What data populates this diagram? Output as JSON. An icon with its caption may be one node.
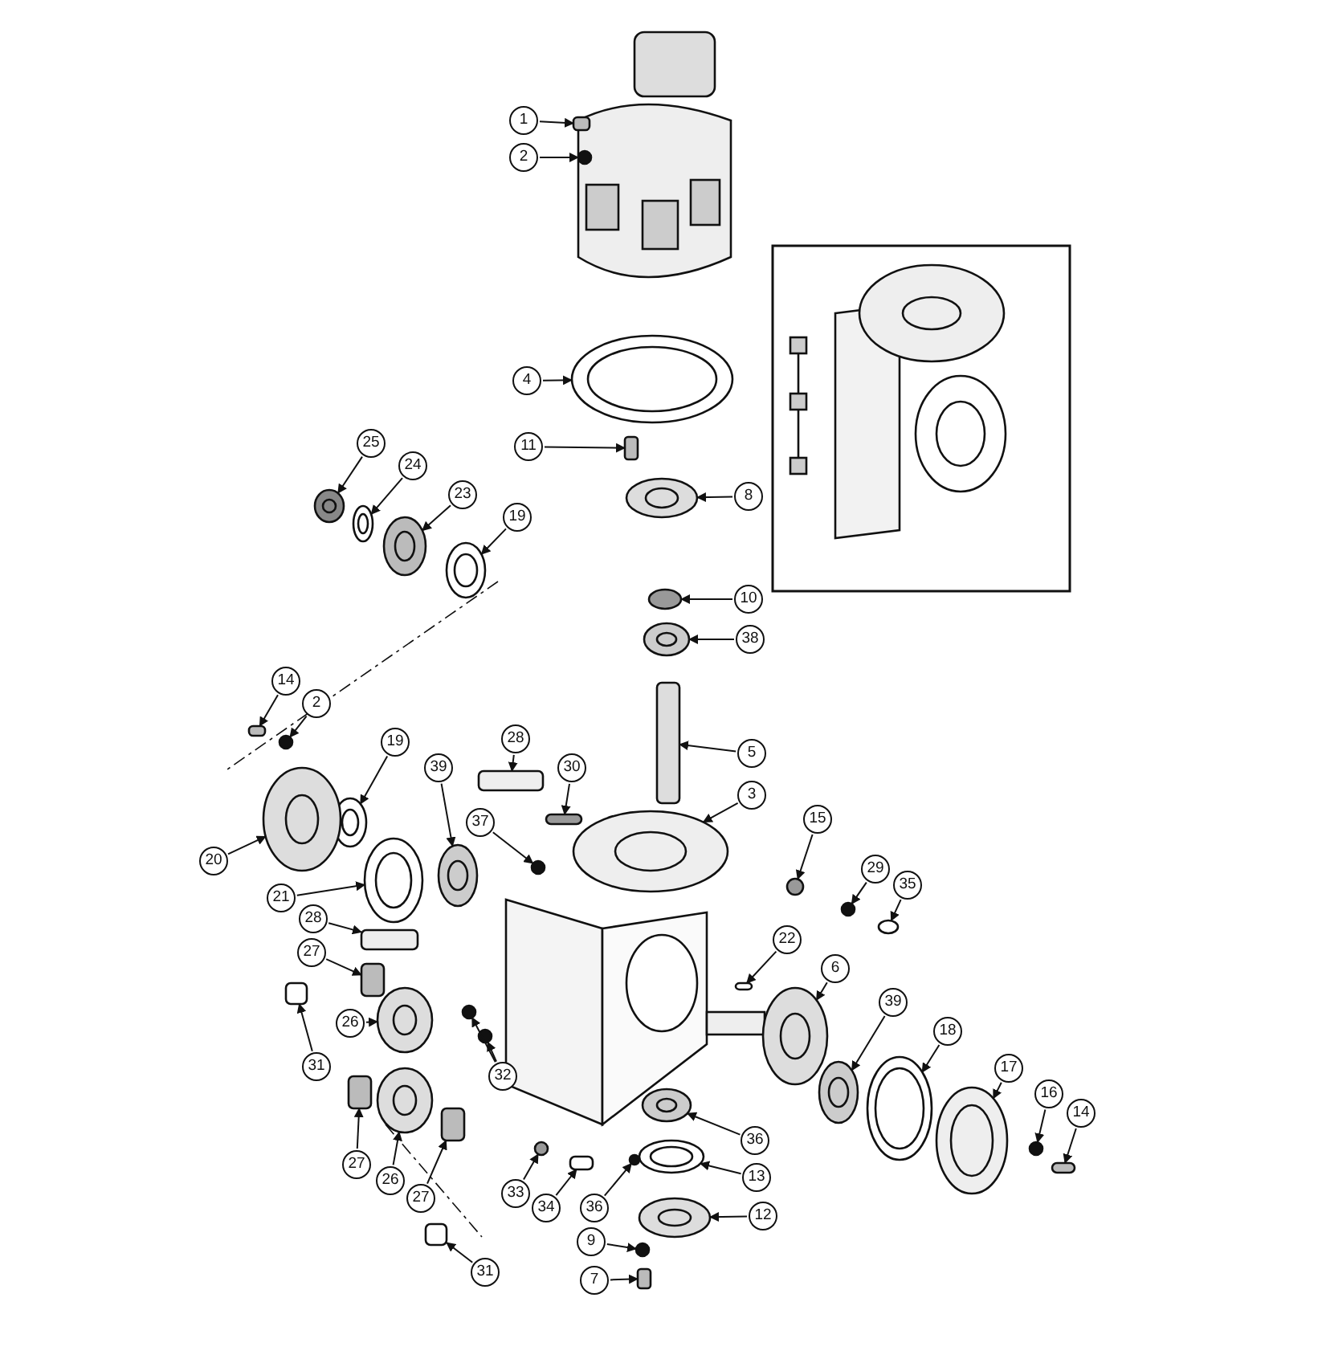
{
  "diagram": {
    "nodes": [
      {
        "text": [
          "1"
        ]
      },
      {
        "text": [
          "2"
        ]
      },
      {
        "text": [
          "4"
        ]
      },
      {
        "text": [
          "11"
        ]
      },
      {
        "text": [
          "8"
        ]
      },
      {
        "text": [
          "25"
        ]
      },
      {
        "text": [
          "24"
        ]
      },
      {
        "text": [
          "23"
        ]
      },
      {
        "text": [
          "19"
        ]
      },
      {
        "text": [
          "10"
        ]
      },
      {
        "text": [
          "38"
        ]
      },
      {
        "text": [
          "14"
        ]
      },
      {
        "text": [
          "2"
        ]
      },
      {
        "text": [
          "19"
        ]
      },
      {
        "text": [
          "5"
        ]
      },
      {
        "text": [
          "20"
        ]
      },
      {
        "text": [
          "39"
        ]
      },
      {
        "text": [
          "28"
        ]
      },
      {
        "text": [
          "30"
        ]
      },
      {
        "text": [
          "3"
        ]
      },
      {
        "text": [
          "37"
        ]
      },
      {
        "text": [
          "15"
        ]
      },
      {
        "text": [
          "21"
        ]
      },
      {
        "text": [
          "29"
        ]
      },
      {
        "text": [
          "35"
        ]
      },
      {
        "text": [
          "28"
        ]
      },
      {
        "text": [
          "22"
        ]
      },
      {
        "text": [
          "6"
        ]
      },
      {
        "text": [
          "27"
        ]
      },
      {
        "text": [
          "26"
        ]
      },
      {
        "text": [
          "39"
        ]
      },
      {
        "text": [
          "18"
        ]
      },
      {
        "text": [
          "31"
        ]
      },
      {
        "text": [
          "32"
        ]
      },
      {
        "text": [
          "17"
        ]
      },
      {
        "text": [
          "16"
        ]
      },
      {
        "text": [
          "14"
        ]
      },
      {
        "text": [
          "36"
        ]
      },
      {
        "text": [
          "27"
        ]
      },
      {
        "text": [
          "26"
        ]
      },
      {
        "text": [
          "27"
        ]
      },
      {
        "text": [
          "13"
        ]
      },
      {
        "text": [
          "33"
        ]
      },
      {
        "text": [
          "34"
        ]
      },
      {
        "text": [
          "36"
        ]
      },
      {
        "text": [
          "12"
        ]
      },
      {
        "text": [
          "9"
        ]
      },
      {
        "text": [
          "31"
        ]
      },
      {
        "text": [
          "7"
        ]
      },
      {
        "text": [],
        "shape": "box"
      },
      {
        "text": [],
        "shape": "circle"
      },
      {
        "text": [],
        "shape": "circle"
      },
      {
        "text": [],
        "shape": "box"
      },
      {
        "text": [],
        "shape": "circle"
      },
      {
        "text": [],
        "shape": "circle"
      },
      {
        "text": [],
        "shape": "circle"
      },
      {
        "text": [],
        "shape": "circle"
      },
      {
        "text": [],
        "shape": "circle"
      },
      {
        "text": [],
        "shape": "circle"
      },
      {
        "text": [],
        "shape": "circle"
      },
      {
        "text": [],
        "shape": "box"
      },
      {
        "text": [],
        "shape": "circle"
      },
      {
        "text": [],
        "shape": "circle"
      },
      {
        "text": [],
        "shape": "box"
      },
      {
        "text": [],
        "shape": "circle"
      },
      {
        "text": [],
        "shape": "circle"
      },
      {
        "text": [],
        "shape": "box"
      },
      {
        "text": [],
        "shape": "box"
      },
      {
        "text": [],
        "shape": "circle"
      },
      {
        "text": [],
        "shape": "circle"
      },
      {
        "text": [],
        "shape": "circle"
      },
      {
        "text": [],
        "shape": "circle"
      },
      {
        "text": [],
        "shape": "circle"
      },
      {
        "text": [],
        "shape": "circle"
      },
      {
        "text": [],
        "shape": "box"
      },
      {
        "text": [],
        "shape": "box"
      },
      {
        "text": [],
        "shape": "circle"
      },
      {
        "text": [],
        "shape": "box"
      },
      {
        "text": [],
        "shape": "circle"
      },
      {
        "text": [],
        "shape": "circle"
      },
      {
        "text": [],
        "shape": "circle"
      },
      {
        "text": [],
        "shape": "box"
      },
      {
        "text": [],
        "shape": "circle"
      },
      {
        "text": [],
        "shape": "circle"
      },
      {
        "text": [],
        "shape": "circle"
      },
      {
        "text": [],
        "shape": "circle"
      },
      {
        "text": [],
        "shape": "box"
      },
      {
        "text": [],
        "shape": "circle"
      },
      {
        "text": [],
        "shape": "box"
      },
      {
        "text": [],
        "shape": "circle"
      },
      {
        "text": [],
        "shape": "box"
      },
      {
        "text": [],
        "shape": "circle"
      },
      {
        "text": [],
        "shape": "circle"
      },
      {
        "text": [],
        "shape": "box"
      },
      {
        "text": [],
        "shape": "circle"
      },
      {
        "text": [],
        "shape": "circle"
      },
      {
        "text": [],
        "shape": "circle"
      },
      {
        "text": [],
        "shape": "box"
      },
      {
        "text": [],
        "shape": "box"
      }
    ],
    "edges": [
      {
        "from": 0,
        "to": 49,
        "arrow": "to"
      },
      {
        "from": 1,
        "to": 50,
        "arrow": "to"
      },
      {
        "from": 2,
        "to": 51,
        "arrow": "to"
      },
      {
        "from": 3,
        "to": 52,
        "arrow": "to"
      },
      {
        "from": 4,
        "to": 53,
        "arrow": "to"
      },
      {
        "from": 5,
        "to": 54,
        "arrow": "to"
      },
      {
        "from": 6,
        "to": 55,
        "arrow": "to"
      },
      {
        "from": 7,
        "to": 56,
        "arrow": "to"
      },
      {
        "from": 8,
        "to": 57,
        "arrow": "to"
      },
      {
        "from": 9,
        "to": 58,
        "arrow": "to"
      },
      {
        "from": 10,
        "to": 59,
        "arrow": "to"
      },
      {
        "from": 11,
        "to": 60,
        "arrow": "to"
      },
      {
        "from": 12,
        "to": 61,
        "arrow": "to"
      },
      {
        "from": 13,
        "to": 62,
        "arrow": "to"
      },
      {
        "from": 14,
        "to": 63,
        "arrow": "to"
      },
      {
        "from": 15,
        "to": 64,
        "arrow": "to"
      },
      {
        "from": 16,
        "to": 65,
        "arrow": "to"
      },
      {
        "from": 17,
        "to": 66,
        "arrow": "to"
      },
      {
        "from": 18,
        "to": 67,
        "arrow": "to"
      },
      {
        "from": 19,
        "to": 68,
        "arrow": "to"
      },
      {
        "from": 20,
        "to": 69,
        "arrow": "to"
      },
      {
        "from": 21,
        "to": 70,
        "arrow": "to"
      },
      {
        "from": 22,
        "to": 71,
        "arrow": "to"
      },
      {
        "from": 23,
        "to": 72,
        "arrow": "to"
      },
      {
        "from": 24,
        "to": 73,
        "arrow": "to"
      },
      {
        "from": 25,
        "to": 74,
        "arrow": "to"
      },
      {
        "from": 26,
        "to": 75,
        "arrow": "to"
      },
      {
        "from": 27,
        "to": 76,
        "arrow": "to"
      },
      {
        "from": 28,
        "to": 77,
        "arrow": "to"
      },
      {
        "from": 29,
        "to": 78,
        "arrow": "to"
      },
      {
        "from": 30,
        "to": 79,
        "arrow": "to"
      },
      {
        "from": 31,
        "to": 80,
        "arrow": "to"
      },
      {
        "from": 32,
        "to": 81,
        "arrow": "to"
      },
      {
        "from": 33,
        "to": 82,
        "arrow": "to"
      },
      {
        "from": 33,
        "to": 83,
        "arrow": "to"
      },
      {
        "from": 34,
        "to": 84,
        "arrow": "to"
      },
      {
        "from": 35,
        "to": 85,
        "arrow": "to"
      },
      {
        "from": 36,
        "to": 86,
        "arrow": "to"
      },
      {
        "from": 37,
        "to": 87,
        "arrow": "to"
      },
      {
        "from": 38,
        "to": 88,
        "arrow": "to"
      },
      {
        "from": 39,
        "to": 89,
        "arrow": "to"
      },
      {
        "from": 40,
        "to": 90,
        "arrow": "to"
      },
      {
        "from": 41,
        "to": 91,
        "arrow": "to"
      },
      {
        "from": 42,
        "to": 92,
        "arrow": "to"
      },
      {
        "from": 43,
        "to": 93,
        "arrow": "to"
      },
      {
        "from": 44,
        "to": 94,
        "arrow": "to"
      },
      {
        "from": 45,
        "to": 95,
        "arrow": "to"
      },
      {
        "from": 46,
        "to": 96,
        "arrow": "to"
      },
      {
        "from": 47,
        "to": 97,
        "arrow": "to"
      },
      {
        "from": 48,
        "to": 98,
        "arrow": "to"
      }
    ]
  }
}
